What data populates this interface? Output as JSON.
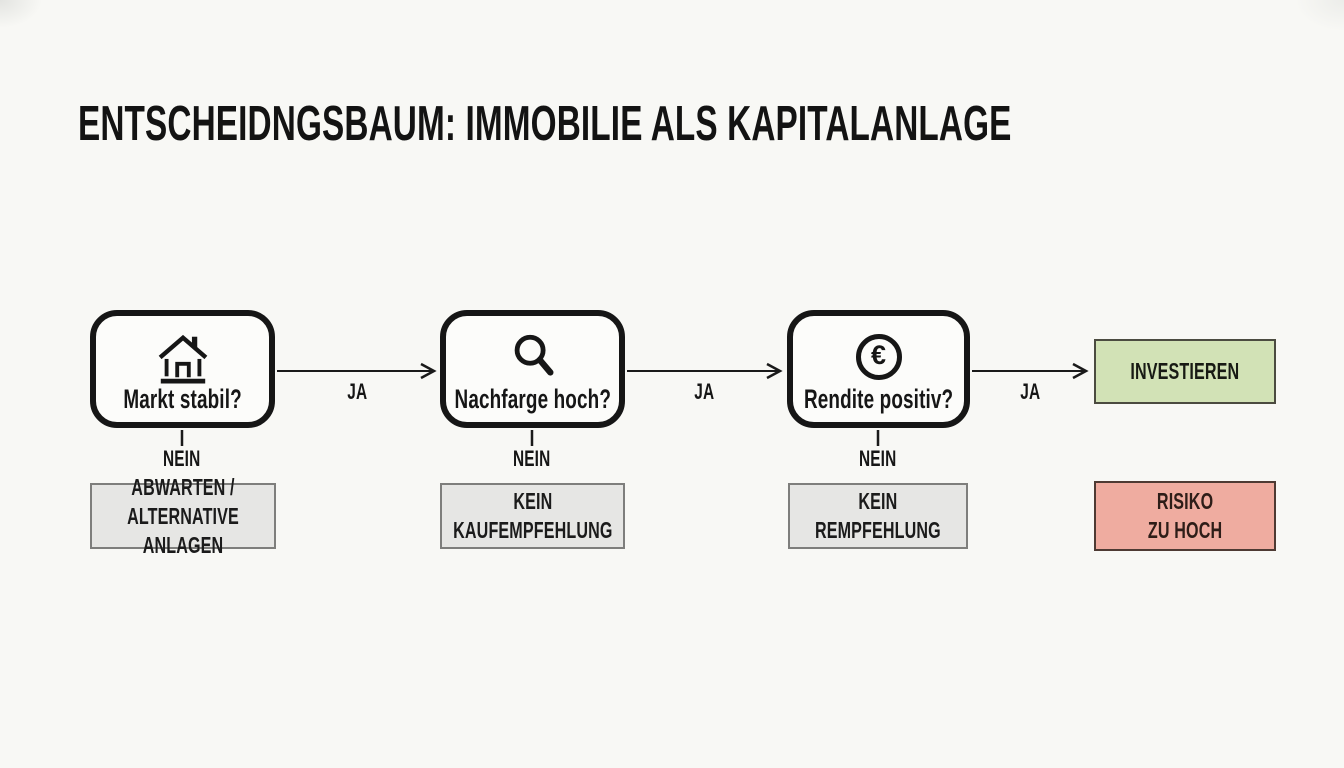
{
  "title": "ENTSCHEIDNGSBAUM: IMMOBILIE ALS KAPITALANLAGE",
  "nodes": [
    {
      "question": "Markt stabil?",
      "icon": "house-icon",
      "yes_label": "JA",
      "no_label": "NEIN",
      "no_outcome": "ABWARTEN /\nALTERNATIVE ANLAGEN"
    },
    {
      "question": "Nachfarge hoch?",
      "icon": "magnifier-icon",
      "yes_label": "JA",
      "no_label": "NEIN",
      "no_outcome": "KEIN\nKAUFEMPFEHLUNG"
    },
    {
      "question": "Rendite positiv?",
      "icon": "euro-icon",
      "yes_label": "JA",
      "no_label": "NEIN",
      "no_outcome": "KEIN\nREMPFEHLUNG"
    }
  ],
  "final_positive": {
    "label": "INVESTIEREN",
    "fill": "#d2e2b6"
  },
  "final_negative": {
    "label": "RISIKO\nZU HOCH",
    "fill": "#efaca0"
  },
  "euro_glyph": "€",
  "colors": {
    "background": "#f8f8f5",
    "node_border": "#161616",
    "gray_outcome_fill": "#e6e6e4",
    "gray_outcome_border": "#7e7e7c",
    "green_fill": "#d2e2b6",
    "pink_fill": "#efaca0",
    "line": "#1a1a1a"
  }
}
